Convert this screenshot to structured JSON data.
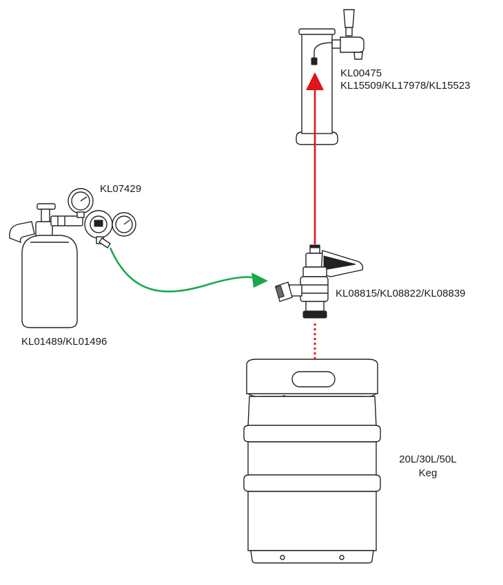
{
  "labels": {
    "tower_codes_line1": "KL00475",
    "tower_codes_line2": "KL15509/KL17978/KL15523",
    "regulator_code": "KL07429",
    "cylinder_codes": "KL01489/KL01496",
    "coupler_codes": "KL08815/KL08822/KL08839",
    "keg_size": "20L/30L/50L",
    "keg_word": "Keg"
  },
  "colors": {
    "beer_line": "#e2131a",
    "gas_line": "#18a84a",
    "outline": "#222222"
  },
  "icons": {
    "tower": "beer-tower-icon",
    "regulator": "gas-regulator-icon",
    "cylinder": "co2-cylinder-icon",
    "coupler": "keg-coupler-icon",
    "keg": "keg-icon"
  }
}
